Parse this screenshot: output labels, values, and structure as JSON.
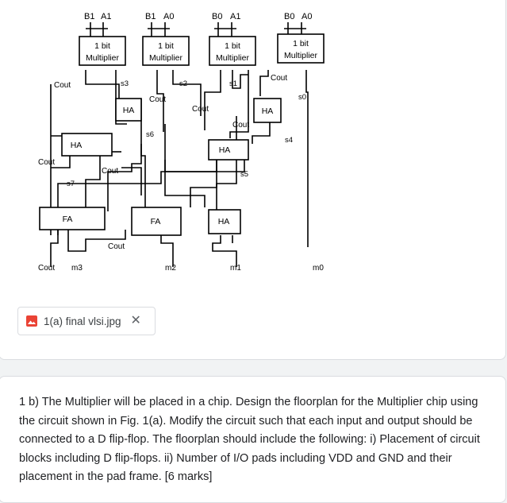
{
  "diagram": {
    "multipliers": [
      {
        "inputs": [
          "B1",
          "A1"
        ],
        "label_line1": "1 bit",
        "label_line2": "Multiplier"
      },
      {
        "inputs": [
          "B1",
          "A0"
        ],
        "label_line1": "1 bit",
        "label_line2": "Multiplier"
      },
      {
        "inputs": [
          "B0",
          "A1"
        ],
        "label_line1": "1 bit",
        "label_line2": "Multiplier"
      },
      {
        "inputs": [
          "B0",
          "A0"
        ],
        "label_line1": "1 bit",
        "label_line2": "Multiplier"
      }
    ],
    "half_adder_label": "HA",
    "full_adder_label": "FA",
    "cout_label": "Cout",
    "signals": {
      "s0": "s0",
      "s1": "s1",
      "s2": "s2",
      "s3": "s3",
      "s4": "s4",
      "s5": "s5",
      "s6": "s6",
      "s7": "s7"
    },
    "outputs": {
      "cout": "Cout",
      "m3": "m3",
      "m2": "m2",
      "m1": "m1",
      "m0": "m0"
    }
  },
  "attachment": {
    "filename": "1(a) final vlsi.jpg",
    "icon": "image-file-icon",
    "icon_color": "#ea4335"
  },
  "question": {
    "text": "1 b) The Multiplier will be placed in a chip. Design the floorplan for the Multiplier chip using the circuit shown in Fig. 1(a). Modify the circuit such that each input and output should be connected to a D flip-flop. The floorplan should include the following: i) Placement of circuit blocks including D flip-flops. ii) Number of I/O pads including VDD and GND and their placement in the pad frame. [6 marks]"
  }
}
